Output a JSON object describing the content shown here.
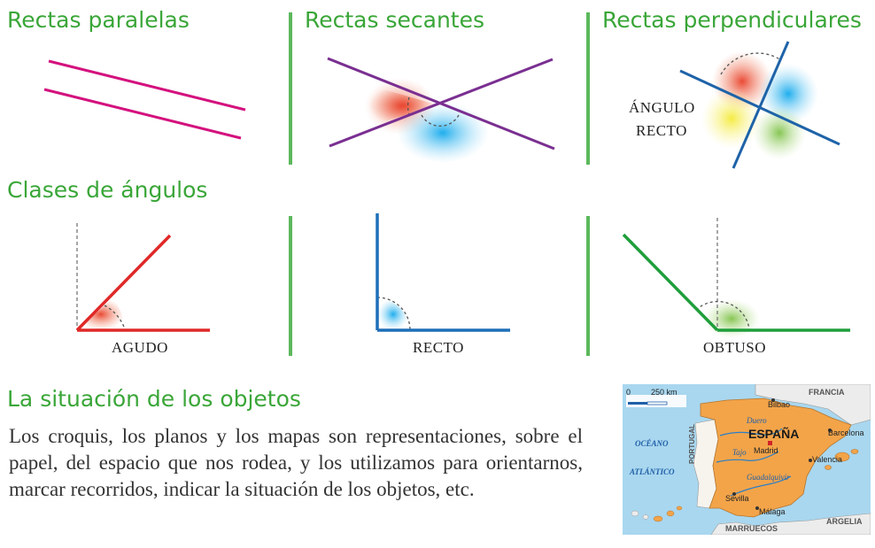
{
  "headings": {
    "parallel": "Rectas paralelas",
    "secant": "Rectas secantes",
    "perpendicular": "Rectas perpendiculares",
    "angle_classes": "Clases de ángulos",
    "situation": "La situación de los objetos"
  },
  "labels": {
    "right_angle_line1": "ÁNGULO",
    "right_angle_line2": "RECTO",
    "acute": "AGUDO",
    "right": "RECTO",
    "obtuse": "OBTUSO"
  },
  "paragraph": "Los croquis, los planos y los mapas son representaciones, sobre el papel, del espacio que nos rodea, y los utilizamos para orientarnos, marcar recorridos, indicar la situación de los objetos, etc.",
  "map": {
    "scale_zero": "0",
    "scale_distance": "250 km",
    "country": "ESPAÑA",
    "neighbors": [
      "FRANCIA",
      "PORTUGAL",
      "MARRUECOS",
      "ARGELIA"
    ],
    "seas": [
      "OCÉANO",
      "ATLÁNTICO"
    ],
    "cities": [
      "Bilbao",
      "Barcelona",
      "Madrid",
      "Valencia",
      "Sevilla",
      "Málaga"
    ],
    "rivers": [
      "Duero",
      "Tajo",
      "Guadalquivir"
    ]
  },
  "colors": {
    "heading_green": "#3aa638",
    "divider_green": "#5cb85c",
    "parallel_line": "#d4127e",
    "secant_line": "#7a2f91",
    "perpendicular_line": "#1e63a8",
    "acute_line": "#e02828",
    "right_line": "#1e6fb8",
    "obtuse_line": "#1f9e3b",
    "map_land": "#f3a449",
    "map_sea": "#a9d7ef"
  }
}
